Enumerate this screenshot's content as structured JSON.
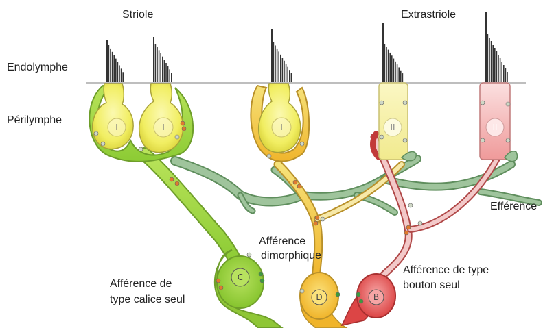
{
  "labels": {
    "striole": "Striole",
    "extrastriole": "Extrastriole",
    "endolymphe": "Endolymphe",
    "perilymphe": "Périlymphe",
    "efference": "Efférence",
    "afference_dimorphique": [
      "Afférence",
      "dimorphique"
    ],
    "afference_calice": [
      "Afférence de",
      "type calice seul"
    ],
    "afference_bouton": [
      "Afférence de type",
      "bouton seul"
    ]
  },
  "cells": {
    "type1_a": "I",
    "type1_b": "I",
    "type1_c": "I",
    "type2_a": "II",
    "type2_b": "II",
    "neuron_c": "C",
    "neuron_d": "D",
    "neuron_b": "B"
  },
  "colors": {
    "membrane_line": "#a8a8a8",
    "type1_fill": "#f1ee62",
    "calyx_green": "#a9d64c",
    "dimorphic_yellow": "#f2c843",
    "type2a_fill": "#f6f2b2",
    "type2b_fill": "#f3b7b7",
    "bouton_red": "#e25a5a",
    "efferent_green": "#7fa87d",
    "hair_bundle": "#333333"
  }
}
